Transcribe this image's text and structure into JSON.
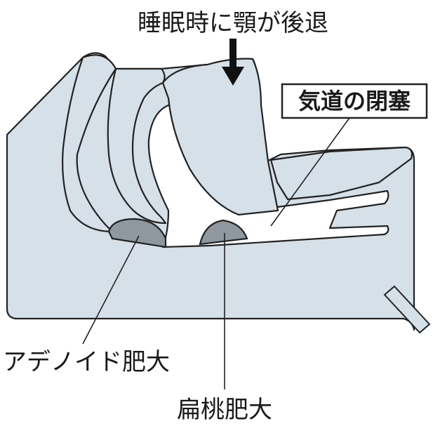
{
  "labels": {
    "jaw_retraction": "睡眠時に顎が後退",
    "airway_obstruction": "気道の閉塞",
    "adenoid_hypertrophy": "アデノイド肥大",
    "tonsil_hypertrophy": "扁桃肥大"
  },
  "colors": {
    "tissue": "#d6e0e8",
    "gland": "#8e989e",
    "outline": "#222222",
    "airway": "#ffffff"
  }
}
